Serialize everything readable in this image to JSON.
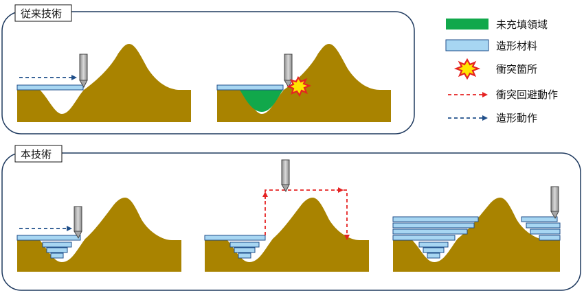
{
  "sections": {
    "conventional": "従来技術",
    "present": "本技術"
  },
  "legend": {
    "unfilled": "未充填領域",
    "material": "造形材料",
    "collision": "衝突箇所",
    "avoid_motion": "衝突回避動作",
    "build_motion": "造形動作"
  },
  "colors": {
    "terrain": "#A98300",
    "material_fill": "#A7D6F2",
    "material_stroke": "#1F4E89",
    "unfilled": "#11A84B",
    "avoid_arrow": "#E52222",
    "build_arrow": "#1F4E89",
    "frame": "#1F3A5F",
    "nozzle": "#A6A6A6"
  }
}
